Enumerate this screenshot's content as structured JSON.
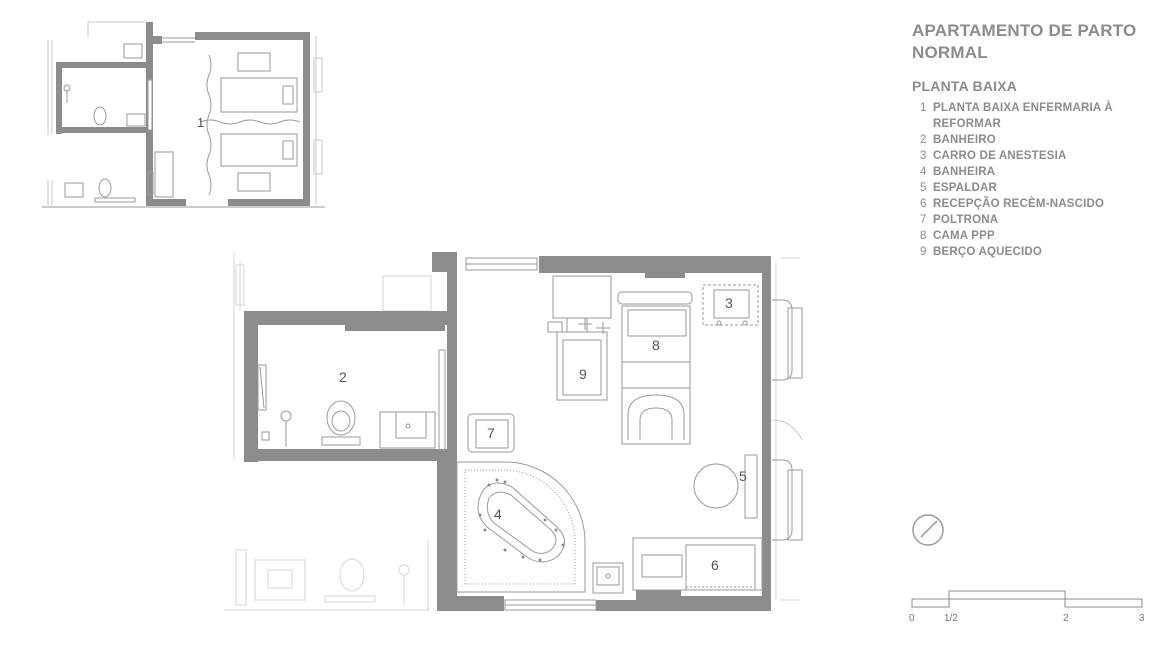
{
  "title": "APARTAMENTO DE PARTO NORMAL",
  "subtitle": "PLANTA BAIXA",
  "legend": [
    {
      "num": "1",
      "label": "PLANTA BAIXA ENFERMARIA À REFORMAR"
    },
    {
      "num": "2",
      "label": "BANHEIRO"
    },
    {
      "num": "3",
      "label": "CARRO DE ANESTESIA"
    },
    {
      "num": "4",
      "label": "BANHEIRA"
    },
    {
      "num": "5",
      "label": "ESPALDAR"
    },
    {
      "num": "6",
      "label": "RECEPÇÃO RECÈM-NASCIDO"
    },
    {
      "num": "7",
      "label": "POLTRONA"
    },
    {
      "num": "8",
      "label": "CAMA  PPP"
    },
    {
      "num": "9",
      "label": "BERÇO AQUECIDO"
    }
  ],
  "plan_labels": {
    "l1": "1",
    "l2": "2",
    "l3": "3",
    "l4": "4",
    "l5": "5",
    "l6": "6",
    "l7": "7",
    "l8": "8",
    "l9": "9"
  },
  "scale": {
    "t0": "0",
    "t1": "1/2",
    "t2": "2",
    "t3": "3"
  },
  "colors": {
    "wall": "#8c8c8c",
    "line": "#9a9a9a",
    "faint": "#d6d6d6",
    "text": "#8c8c8c"
  }
}
